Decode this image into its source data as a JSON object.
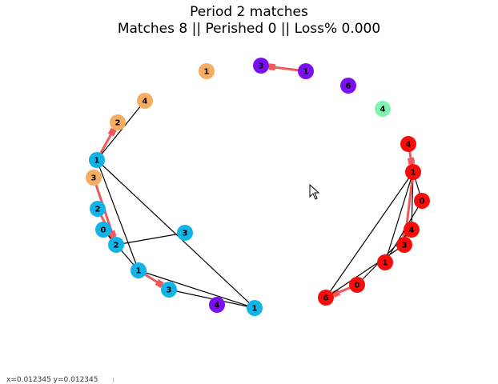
{
  "title": {
    "line1": "Period 2 matches",
    "line2": "Matches 8 || Perished 0 || Loss% 0.000"
  },
  "colors": {
    "orange": "#f7ad61",
    "cyan": "#10b4e6",
    "purple": "#7a10f0",
    "green": "#7ff4ae",
    "red": "#f70c0c",
    "match_edge": "#ef5959",
    "plain_edge": "#000000"
  },
  "nodes": [
    {
      "id": "p3",
      "label": "3",
      "color": "purple"
    },
    {
      "id": "p1",
      "label": "1",
      "color": "purple"
    },
    {
      "id": "o1",
      "label": "1",
      "color": "orange"
    },
    {
      "id": "p6",
      "label": "6",
      "color": "purple"
    },
    {
      "id": "g4",
      "label": "4",
      "color": "green"
    },
    {
      "id": "o4",
      "label": "4",
      "color": "orange"
    },
    {
      "id": "o2",
      "label": "2",
      "color": "orange"
    },
    {
      "id": "c1a",
      "label": "1",
      "color": "cyan"
    },
    {
      "id": "o3",
      "label": "3",
      "color": "orange"
    },
    {
      "id": "c2a",
      "label": "2",
      "color": "cyan"
    },
    {
      "id": "c0",
      "label": "0",
      "color": "cyan"
    },
    {
      "id": "c2b",
      "label": "2",
      "color": "cyan"
    },
    {
      "id": "c3a",
      "label": "3",
      "color": "cyan"
    },
    {
      "id": "c1b",
      "label": "1",
      "color": "cyan"
    },
    {
      "id": "c3b",
      "label": "3",
      "color": "cyan"
    },
    {
      "id": "p4",
      "label": "4",
      "color": "purple"
    },
    {
      "id": "c1c",
      "label": "1",
      "color": "cyan"
    },
    {
      "id": "r4a",
      "label": "4",
      "color": "red"
    },
    {
      "id": "r1a",
      "label": "1",
      "color": "red"
    },
    {
      "id": "r0a",
      "label": "0",
      "color": "red"
    },
    {
      "id": "r4b",
      "label": "4",
      "color": "red"
    },
    {
      "id": "r3",
      "label": "3",
      "color": "red"
    },
    {
      "id": "r1b",
      "label": "1",
      "color": "red"
    },
    {
      "id": "r0b",
      "label": "0",
      "color": "red"
    },
    {
      "id": "r6",
      "label": "6",
      "color": "red"
    }
  ],
  "edges": [
    {
      "from": "p1",
      "to": "p3",
      "kind": "match"
    },
    {
      "from": "c1a",
      "to": "o2",
      "kind": "match"
    },
    {
      "from": "c1a",
      "to": "o4",
      "kind": "plain"
    },
    {
      "from": "o3",
      "to": "c2b",
      "kind": "match"
    },
    {
      "from": "c1a",
      "to": "c1b",
      "kind": "plain"
    },
    {
      "from": "c1a",
      "to": "c1c",
      "kind": "plain"
    },
    {
      "from": "c2a",
      "to": "c2b",
      "kind": "match"
    },
    {
      "from": "c0",
      "to": "c1b",
      "kind": "plain"
    },
    {
      "from": "c2b",
      "to": "c3a",
      "kind": "plain"
    },
    {
      "from": "c1b",
      "to": "c3b",
      "kind": "match"
    },
    {
      "from": "c1b",
      "to": "c1c",
      "kind": "plain"
    },
    {
      "from": "c3b",
      "to": "c1c",
      "kind": "plain"
    },
    {
      "from": "r4a",
      "to": "r1a",
      "kind": "match"
    },
    {
      "from": "r1a",
      "to": "r0a",
      "kind": "plain"
    },
    {
      "from": "r1a",
      "to": "r4b",
      "kind": "plain"
    },
    {
      "from": "r1a",
      "to": "r3",
      "kind": "match"
    },
    {
      "from": "r1a",
      "to": "r1b",
      "kind": "plain"
    },
    {
      "from": "r1a",
      "to": "r6",
      "kind": "plain"
    },
    {
      "from": "r0a",
      "to": "r1b",
      "kind": "plain"
    },
    {
      "from": "r0b",
      "to": "r6",
      "kind": "match"
    },
    {
      "from": "r4b",
      "to": "r0b",
      "kind": "plain"
    },
    {
      "from": "r3",
      "to": "r6",
      "kind": "plain"
    }
  ],
  "footer": {
    "text": "x=0.012345    y=0.012345"
  }
}
